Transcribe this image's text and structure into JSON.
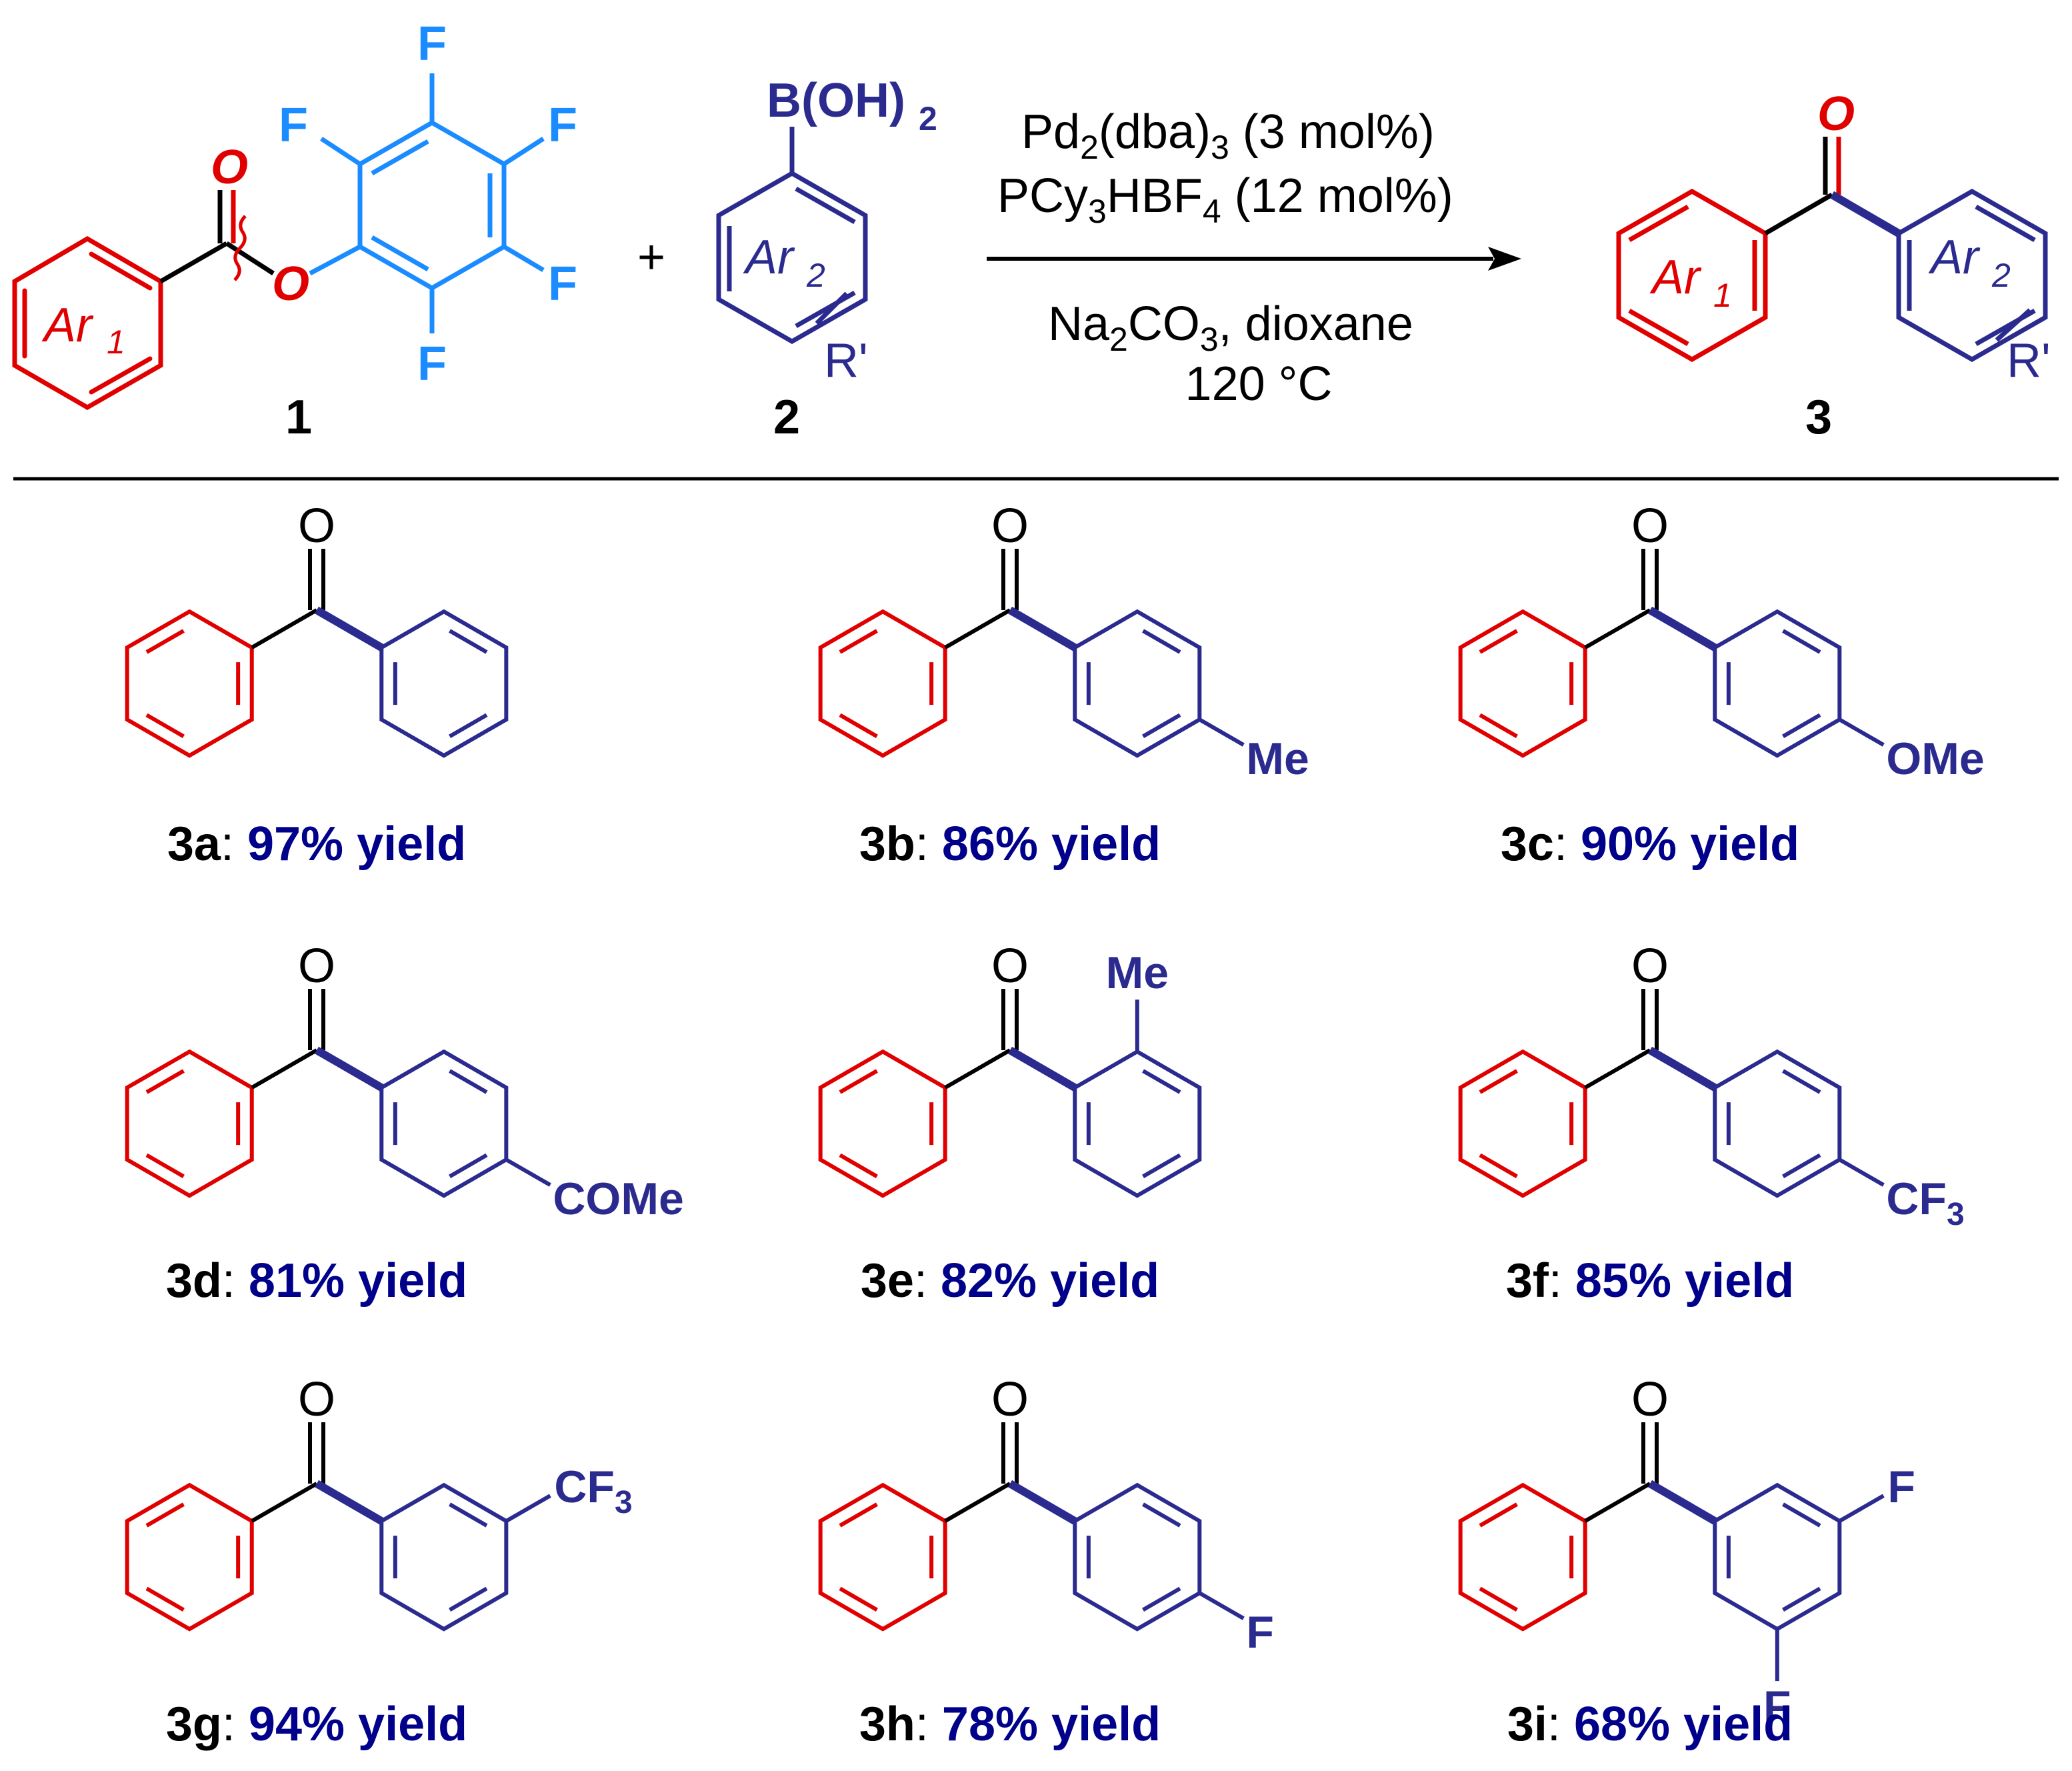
{
  "scheme": {
    "colors": {
      "ar1": "#e00000",
      "ar2": "#2b2b8f",
      "pfp": "#1a8cff",
      "yield": "#00008b",
      "text": "#000000"
    },
    "reactant1": {
      "number": "1",
      "ring_label": "Ar",
      "ring_sub": "1",
      "carbonyl_o": "O",
      "ester_o": "O",
      "fluorines": [
        "F",
        "F",
        "F",
        "F",
        "F"
      ]
    },
    "plus": "+",
    "reactant2": {
      "number": "2",
      "boron_main": "B(OH)",
      "boron_sub": "2",
      "ring_label": "Ar",
      "ring_sub": "2",
      "substituent": "R'"
    },
    "conditions": {
      "line1_a": "Pd",
      "line1_sub1": "2",
      "line1_b": "(dba)",
      "line1_sub2": "3",
      "line1_c": " (3 mol%)",
      "line2_a": "PCy",
      "line2_sub1": "3",
      "line2_b": "HBF",
      "line2_sub2": "4",
      "line2_c": " (12 mol%)",
      "line3_a": "Na",
      "line3_sub1": "2",
      "line3_b": "CO",
      "line3_sub2": "3",
      "line3_c": ", dioxane",
      "line4": "120 °C"
    },
    "product": {
      "number": "3",
      "carbonyl_o": "O",
      "ar1_label": "Ar",
      "ar1_sub": "1",
      "ar2_label": "Ar",
      "ar2_sub": "2",
      "substituent": "R'"
    }
  },
  "products": [
    {
      "id": "3a",
      "yield_text": "97% yield",
      "substituents": []
    },
    {
      "id": "3b",
      "yield_text": "86% yield",
      "substituents": [
        "Me"
      ]
    },
    {
      "id": "3c",
      "yield_text": "90% yield",
      "substituents": [
        "OMe"
      ]
    },
    {
      "id": "3d",
      "yield_text": "81% yield",
      "substituents": [
        "COMe"
      ]
    },
    {
      "id": "3e",
      "yield_text": "82% yield",
      "substituents": [
        "Me"
      ]
    },
    {
      "id": "3f",
      "yield_text": "85% yield",
      "substituents": [
        "CF",
        "3"
      ]
    },
    {
      "id": "3g",
      "yield_text": "94% yield",
      "substituents": [
        "CF",
        "3"
      ]
    },
    {
      "id": "3h",
      "yield_text": "78% yield",
      "substituents": [
        "F"
      ]
    },
    {
      "id": "3i",
      "yield_text": "68% yield",
      "substituents": [
        "F",
        "F"
      ]
    }
  ],
  "carbonyl_o": "O",
  "separator": ": "
}
